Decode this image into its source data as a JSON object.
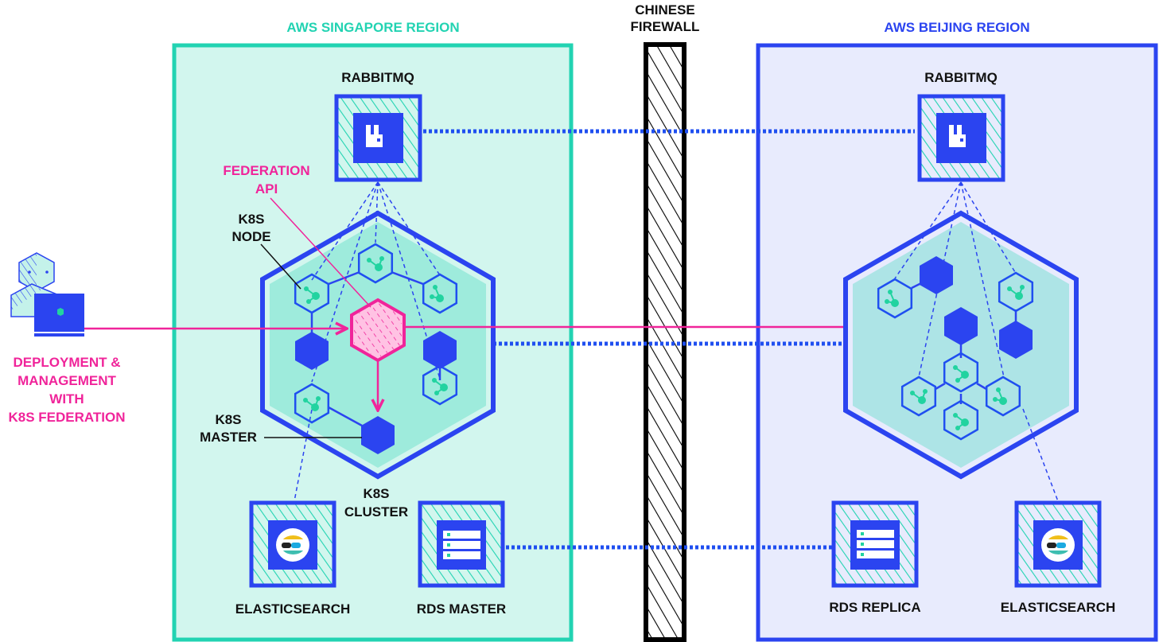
{
  "colors": {
    "singapore_border": "#22d3b2",
    "singapore_fill": "#d2f6ee",
    "beijing_border": "#2b44f0",
    "beijing_fill": "#e8ebfd",
    "cluster_fill_sg": "#9eebdc",
    "cluster_fill_bj": "#ade4e6",
    "node_blue": "#2b44f0",
    "node_green": "#22d3a0",
    "federation_pink": "#f0249a",
    "federation_fill": "#ffc2e3",
    "firewall": "#000000",
    "link_dotted": "#1f4ff0"
  },
  "regions": {
    "singapore": {
      "title": "AWS SINGAPORE REGION"
    },
    "beijing": {
      "title": "AWS BEIJING REGION"
    }
  },
  "firewall": {
    "line1": "CHINESE",
    "line2": "FIREWALL"
  },
  "user": {
    "label_lines": [
      "DEPLOYMENT &",
      "MANAGEMENT",
      "WITH",
      "K8S FEDERATION"
    ],
    "icon": "user-with-laptop-icon"
  },
  "singapore": {
    "rabbitmq": {
      "label": "RABBITMQ",
      "icon": "rabbitmq-icon"
    },
    "federation_api": {
      "line1": "FEDERATION",
      "line2": "API"
    },
    "k8s_node": {
      "line1": "K8S",
      "line2": "NODE"
    },
    "k8s_master": {
      "line1": "K8S",
      "line2": "MASTER"
    },
    "k8s_cluster": {
      "line1": "K8S",
      "line2": "CLUSTER"
    },
    "elasticsearch": {
      "label": "ELASTICSEARCH",
      "icon": "elasticsearch-icon"
    },
    "rds": {
      "label": "RDS MASTER",
      "icon": "database-server-icon"
    }
  },
  "beijing": {
    "rabbitmq": {
      "label": "RABBITMQ",
      "icon": "rabbitmq-icon"
    },
    "rds": {
      "label": "RDS REPLICA",
      "icon": "database-server-icon"
    },
    "elasticsearch": {
      "label": "ELASTICSEARCH",
      "icon": "elasticsearch-icon"
    }
  },
  "connections": [
    {
      "from": "singapore.rabbitmq",
      "to": "beijing.rabbitmq",
      "style": "dotted"
    },
    {
      "from": "singapore.k8s_cluster",
      "to": "beijing.k8s_cluster",
      "style": "dotted"
    },
    {
      "from": "singapore.rds",
      "to": "beijing.rds",
      "style": "dotted"
    },
    {
      "from": "user",
      "to": "singapore.federation_api",
      "style": "arrow"
    },
    {
      "from": "singapore.federation_api",
      "to": "beijing.k8s_master",
      "style": "arrow"
    },
    {
      "from": "singapore.federation_api",
      "to": "singapore.k8s_master",
      "style": "arrow"
    }
  ]
}
